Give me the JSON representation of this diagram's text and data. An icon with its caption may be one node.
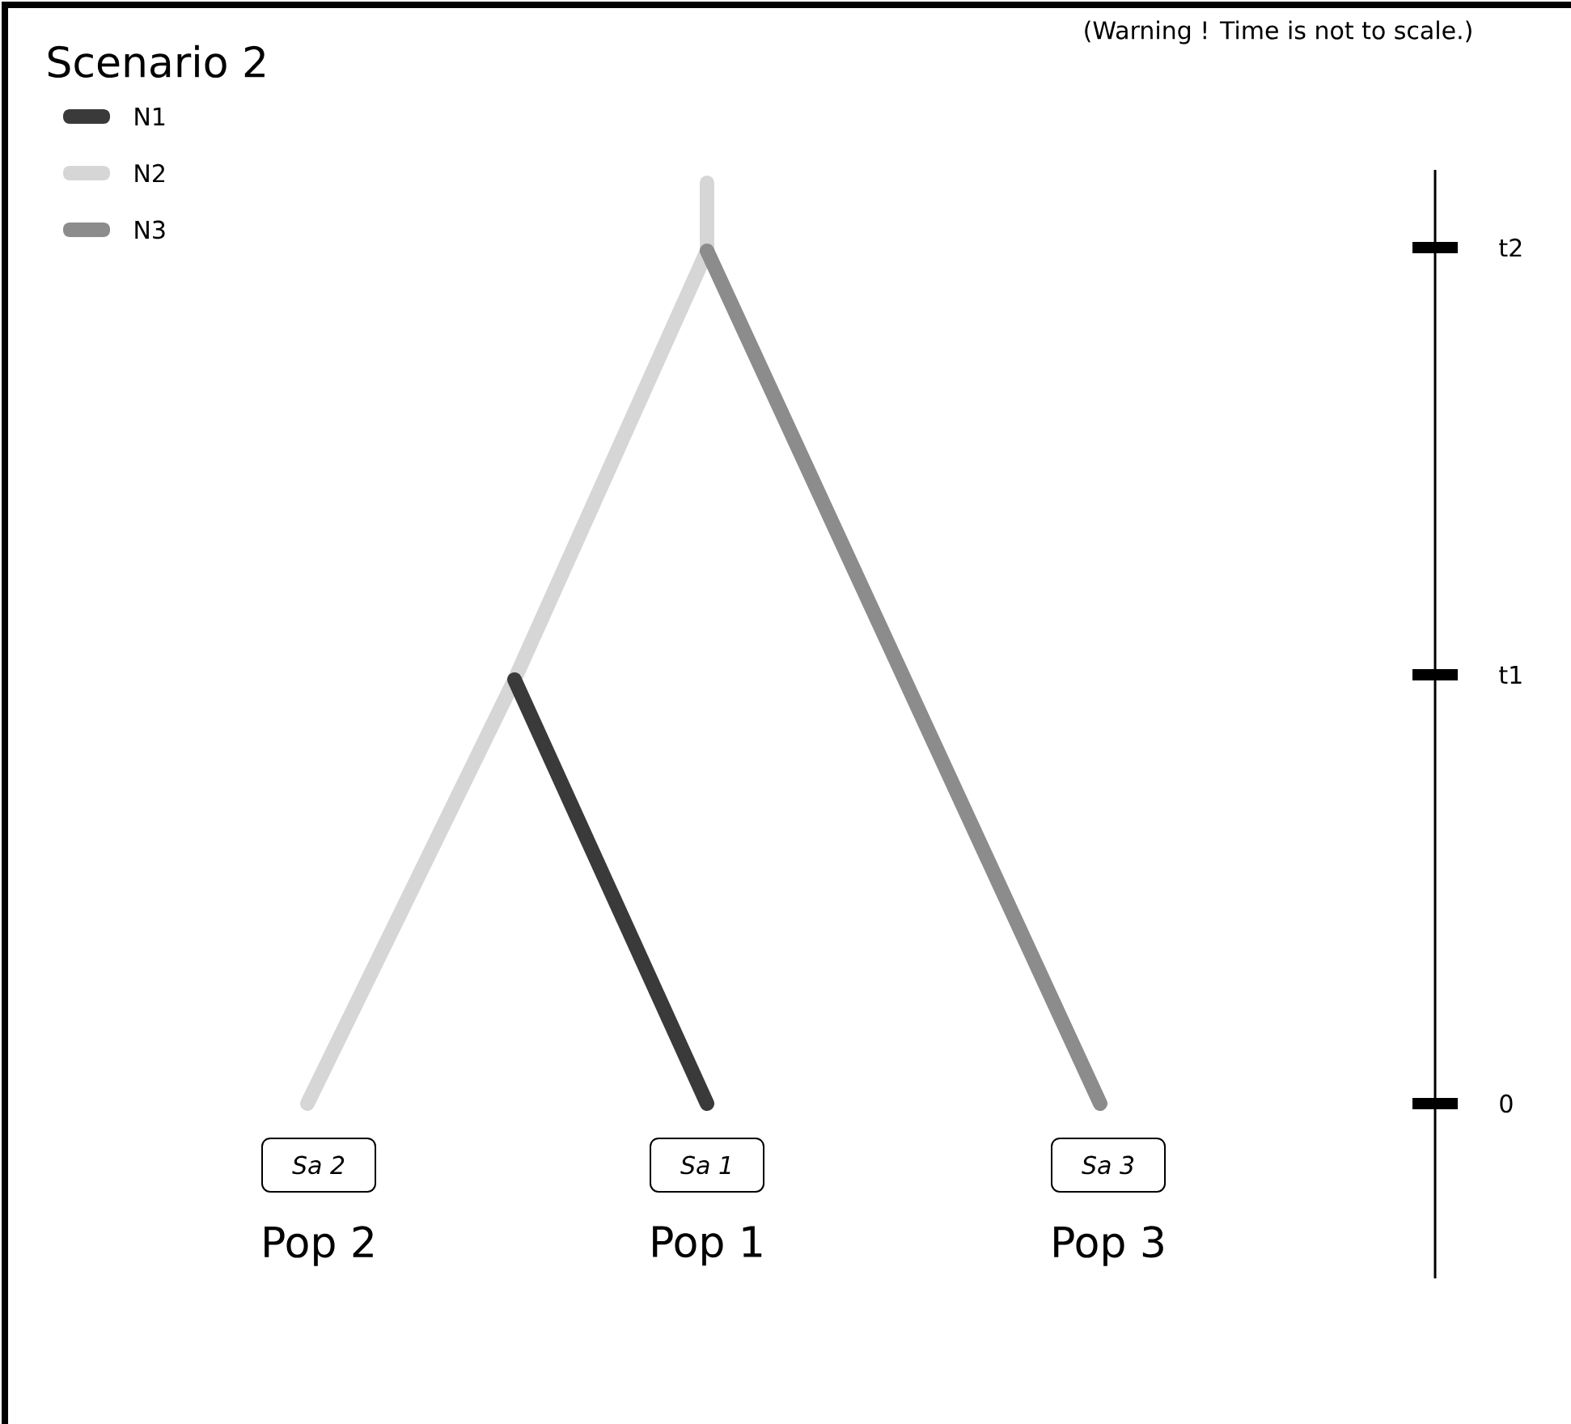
{
  "diagram": {
    "title": "Scenario 2",
    "nodes": [
      {
        "text": [
          "Sa 2"
        ],
        "beside": [
          "Pop 2"
        ]
      },
      {
        "text": [
          "Sa 1"
        ],
        "beside": [
          "Pop 1"
        ]
      },
      {
        "text": [
          "Sa 3"
        ],
        "beside": [
          "Pop 3"
        ]
      }
    ],
    "labels": [
      "(Warning ! Time is not to scale.)",
      "t2",
      "t1",
      "0"
    ],
    "legend": [
      {
        "text": "N1",
        "color": "#3a3a3a"
      },
      {
        "text": "N2",
        "color": "#d6d6d6"
      },
      {
        "text": "N3",
        "color": "#8c8c8c"
      }
    ]
  }
}
